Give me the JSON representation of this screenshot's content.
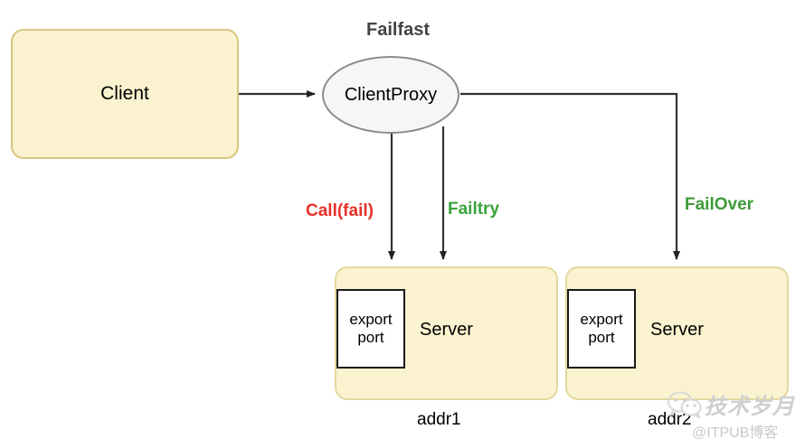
{
  "diagram": {
    "title_label": "Failfast",
    "nodes": {
      "client": {
        "label": "Client"
      },
      "client_proxy": {
        "label": "ClientProxy"
      },
      "server1": {
        "label": "Server",
        "export_line1": "export",
        "export_line2": "port",
        "addr": "addr1"
      },
      "server2": {
        "label": "Server",
        "export_line1": "export",
        "export_line2": "port",
        "addr": "addr2"
      }
    },
    "edge_labels": {
      "call_fail": "Call(fail)",
      "failtry": "Failtry",
      "failover": "FailOver"
    },
    "colors": {
      "node_fill": "#fbf2d0",
      "node_border": "#d6c77e",
      "ellipse_fill": "#f6f6f6",
      "ellipse_border": "#8a8a8a",
      "edge_stroke": "#333333",
      "call_fail_red": "#e8302a",
      "failtry_green": "#3aa33a",
      "failover_green": "#3f9a38",
      "failfast_gray": "#434343"
    }
  },
  "watermark": {
    "brand": "技术岁月",
    "handle": "@ITPUB博客"
  }
}
